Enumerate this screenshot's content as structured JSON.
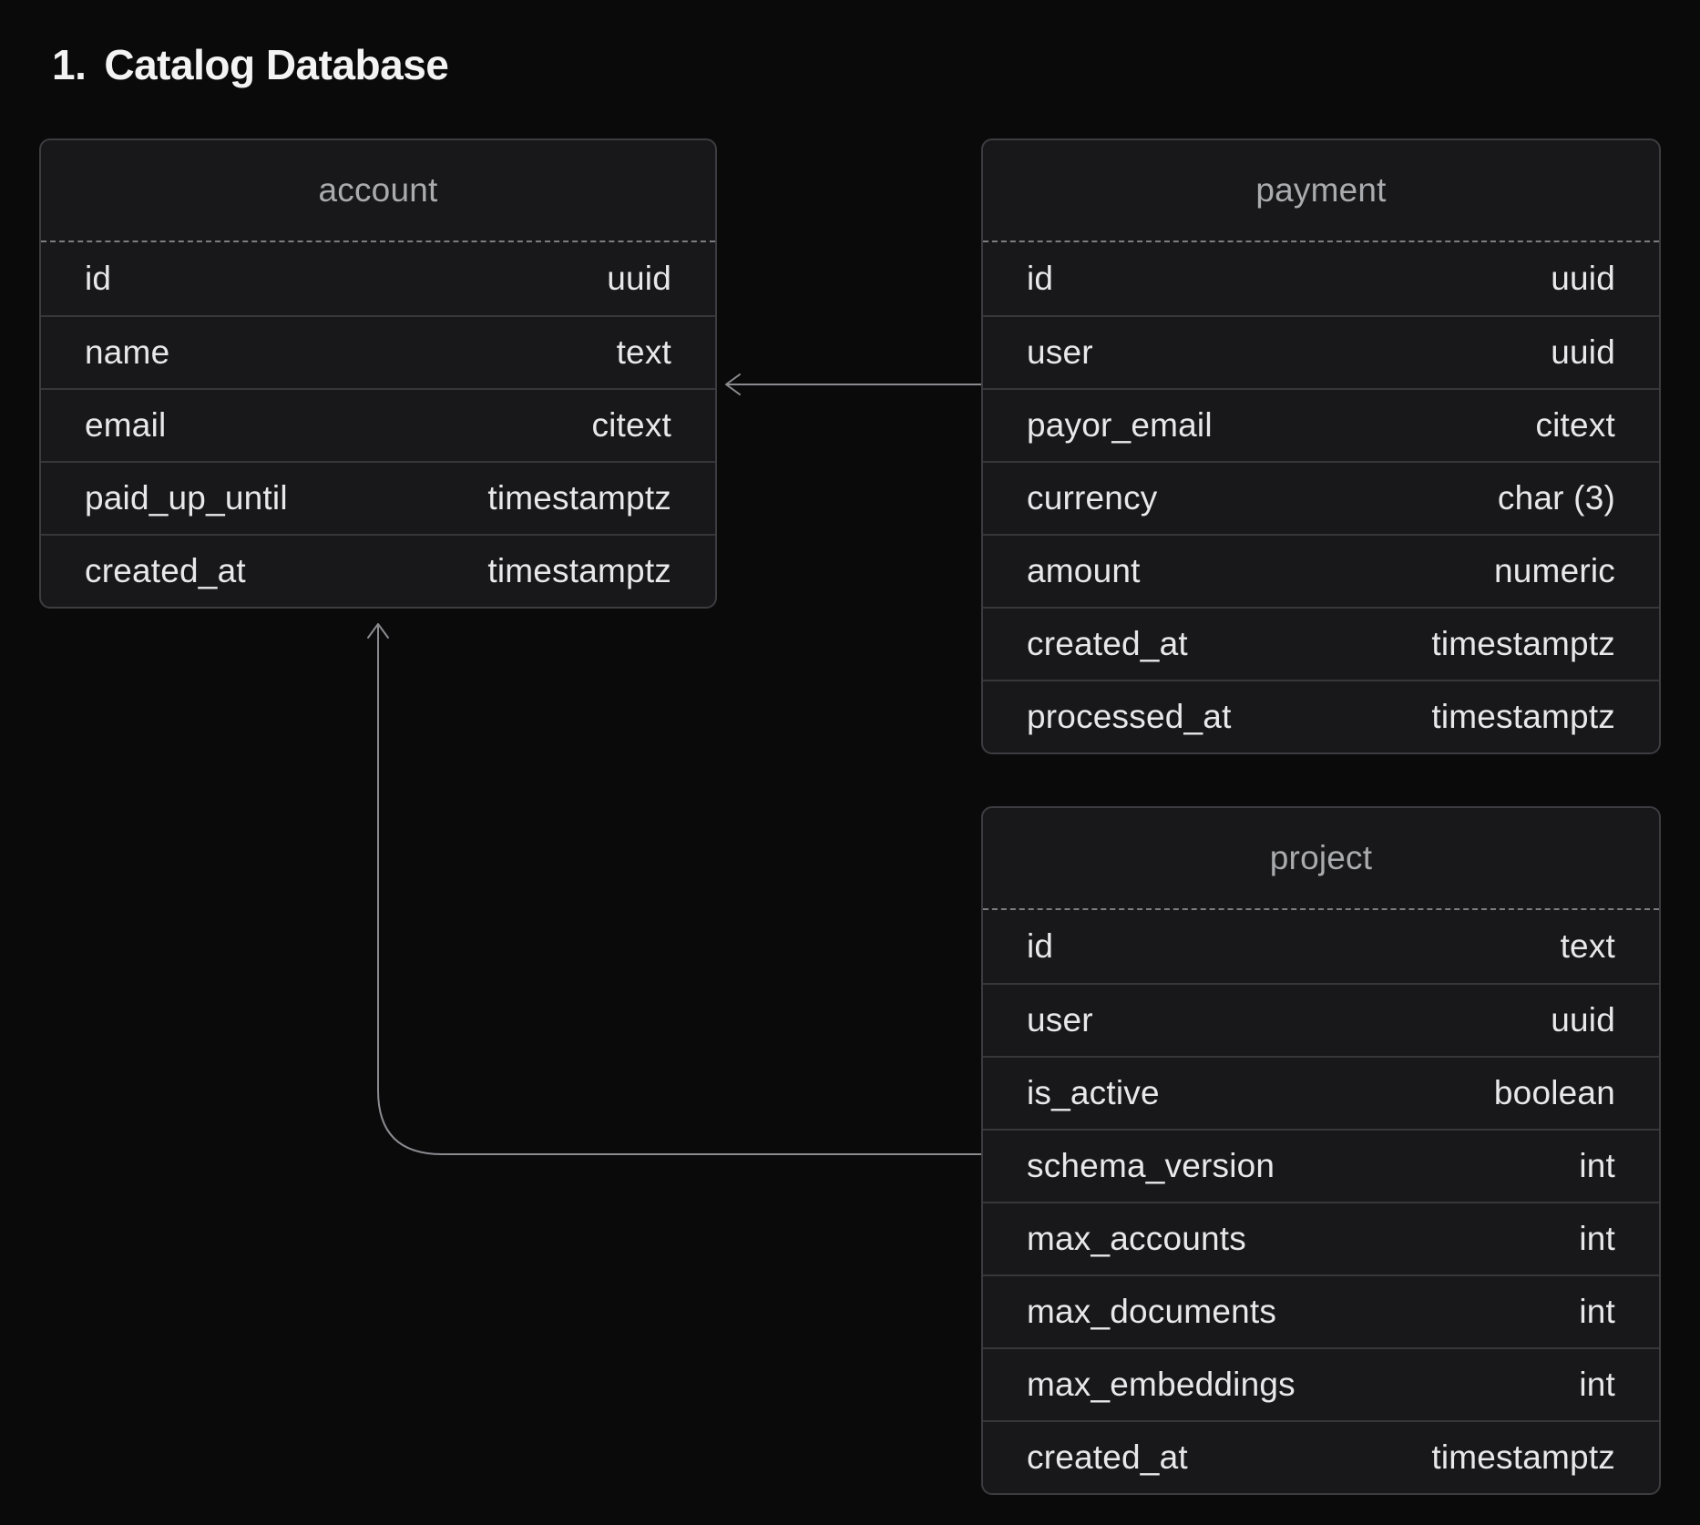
{
  "page": {
    "title_number": "1.",
    "title": "Catalog Database"
  },
  "theme": {
    "background": "#0a0a0b",
    "table_background": "#18181a",
    "table_border": "#3d3d41",
    "row_separator": "#37373b",
    "header_divider": "#7c7d82",
    "table_name_color": "#aaabaf",
    "field_color": "#e8e8ea",
    "title_color": "#f3f3f4",
    "connector_color": "#8b8b8f"
  },
  "tables": [
    {
      "name": "account",
      "fields": [
        {
          "name": "id",
          "type": "uuid"
        },
        {
          "name": "name",
          "type": "text"
        },
        {
          "name": "email",
          "type": "citext"
        },
        {
          "name": "paid_up_until",
          "type": "timestamptz"
        },
        {
          "name": "created_at",
          "type": "timestamptz"
        }
      ]
    },
    {
      "name": "payment",
      "fields": [
        {
          "name": "id",
          "type": "uuid"
        },
        {
          "name": "user",
          "type": "uuid"
        },
        {
          "name": "payor_email",
          "type": "citext"
        },
        {
          "name": "currency",
          "type": "char (3)"
        },
        {
          "name": "amount",
          "type": "numeric"
        },
        {
          "name": "created_at",
          "type": "timestamptz"
        },
        {
          "name": "processed_at",
          "type": "timestamptz"
        }
      ]
    },
    {
      "name": "project",
      "fields": [
        {
          "name": "id",
          "type": "text"
        },
        {
          "name": "user",
          "type": "uuid"
        },
        {
          "name": "is_active",
          "type": "boolean"
        },
        {
          "name": "schema_version",
          "type": "int"
        },
        {
          "name": "max_accounts",
          "type": "int"
        },
        {
          "name": "max_documents",
          "type": "int"
        },
        {
          "name": "max_embeddings",
          "type": "int"
        },
        {
          "name": "created_at",
          "type": "timestamptz"
        }
      ]
    }
  ],
  "relationships": [
    {
      "from_table": "payment",
      "to_table": "account"
    },
    {
      "from_table": "project",
      "to_table": "account"
    }
  ]
}
